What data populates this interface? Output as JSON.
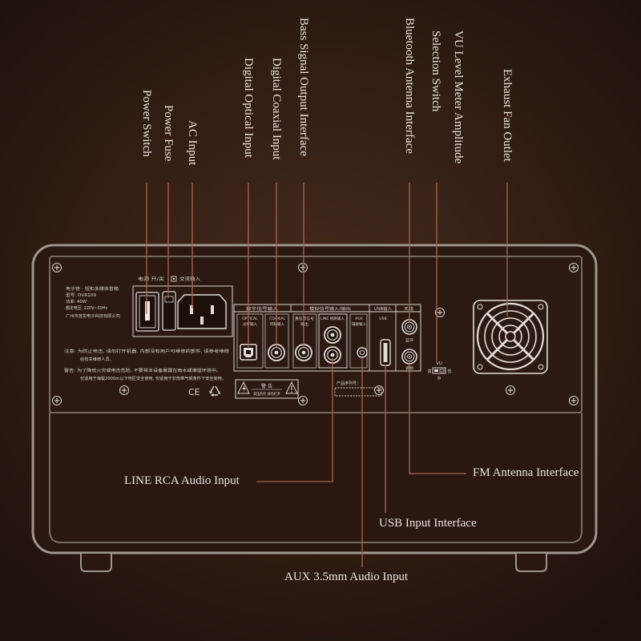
{
  "callouts": {
    "power_switch": "Power Switch",
    "power_fuse": "Power Fuse",
    "ac_input": "AC Input",
    "digital_optical_input": "Digital Optical Input",
    "digital_coaxial_input": "Digital Coaxial Input",
    "bass_signal_output_interface": "Bass Signal Output Interface",
    "bluetooth_antenna_interface": "Bluetooth Antenna Interface",
    "selection_switch": "Selection Switch",
    "vu_level_meter_amplitude": "VU Level Meter Amplitude",
    "exhaust_fan_outlet": "Exhaust Fan Outlet",
    "line_rca_audio_input": "LINE RCA Audio Input",
    "fm_antenna_interface": "FM Antenna Interface",
    "usb_input_interface": "USB Input Interface",
    "aux_audio_input": "AUX 3.5mm Audio Input"
  },
  "panel": {
    "model_info": [
      "电子管 · 钮扣多媒体音箱",
      "型号: DVR109",
      "功率: 40W",
      "额定电压: 220V~50Hz",
      "广州市宣龙电子科技有限公司"
    ],
    "power_label": "电源 开/关",
    "ac_label": "交流输入",
    "notice": [
      "注意: 为防止电击, 请勿打开机器, 内部没有用户可维修的部件, 请参考维修",
      "给有关维修人员。"
    ],
    "warning": [
      "警告: 为了降低火灾或电击危险, 不要将本设备暴露在雨水或潮湿环境中。",
      "仅适用于海拔2000m以下地区安全使用, 仅适用于非热带气候条件下安全使用。"
    ],
    "ce_mark": "CE",
    "warning_label": {
      "title": "警 告",
      "text": "高压危险 请勿打开"
    },
    "serial_label": "产品序列号：",
    "io_headers": {
      "digital": "数字信号输入",
      "analog": "模拟信号输入/输出",
      "usb": "USB输入",
      "antenna": "天线"
    },
    "ports": {
      "optical": {
        "name": "OPTICAL",
        "cn": "光纤输入"
      },
      "coaxial": {
        "name": "COAXIAL",
        "cn": "同轴输入"
      },
      "bass": {
        "name": "重低音信号",
        "cn": "输出"
      },
      "line": {
        "name": "LINE 线路输入"
      },
      "aux": {
        "name": "AUX",
        "cn": "辅助输入"
      },
      "usb": {
        "name": "USB"
      },
      "bluetooth_antenna": {
        "cn": "蓝牙"
      },
      "fm_antenna": {
        "cn": "调频"
      }
    },
    "vu_switch": {
      "title": "VU",
      "high": "高",
      "mid": "中",
      "low": "低"
    }
  },
  "colors": {
    "leader_line": "#a8654e",
    "label_text": "#ebe4dd",
    "device_outline": "#a0958c",
    "panel_marking": "#ddd6cf"
  }
}
